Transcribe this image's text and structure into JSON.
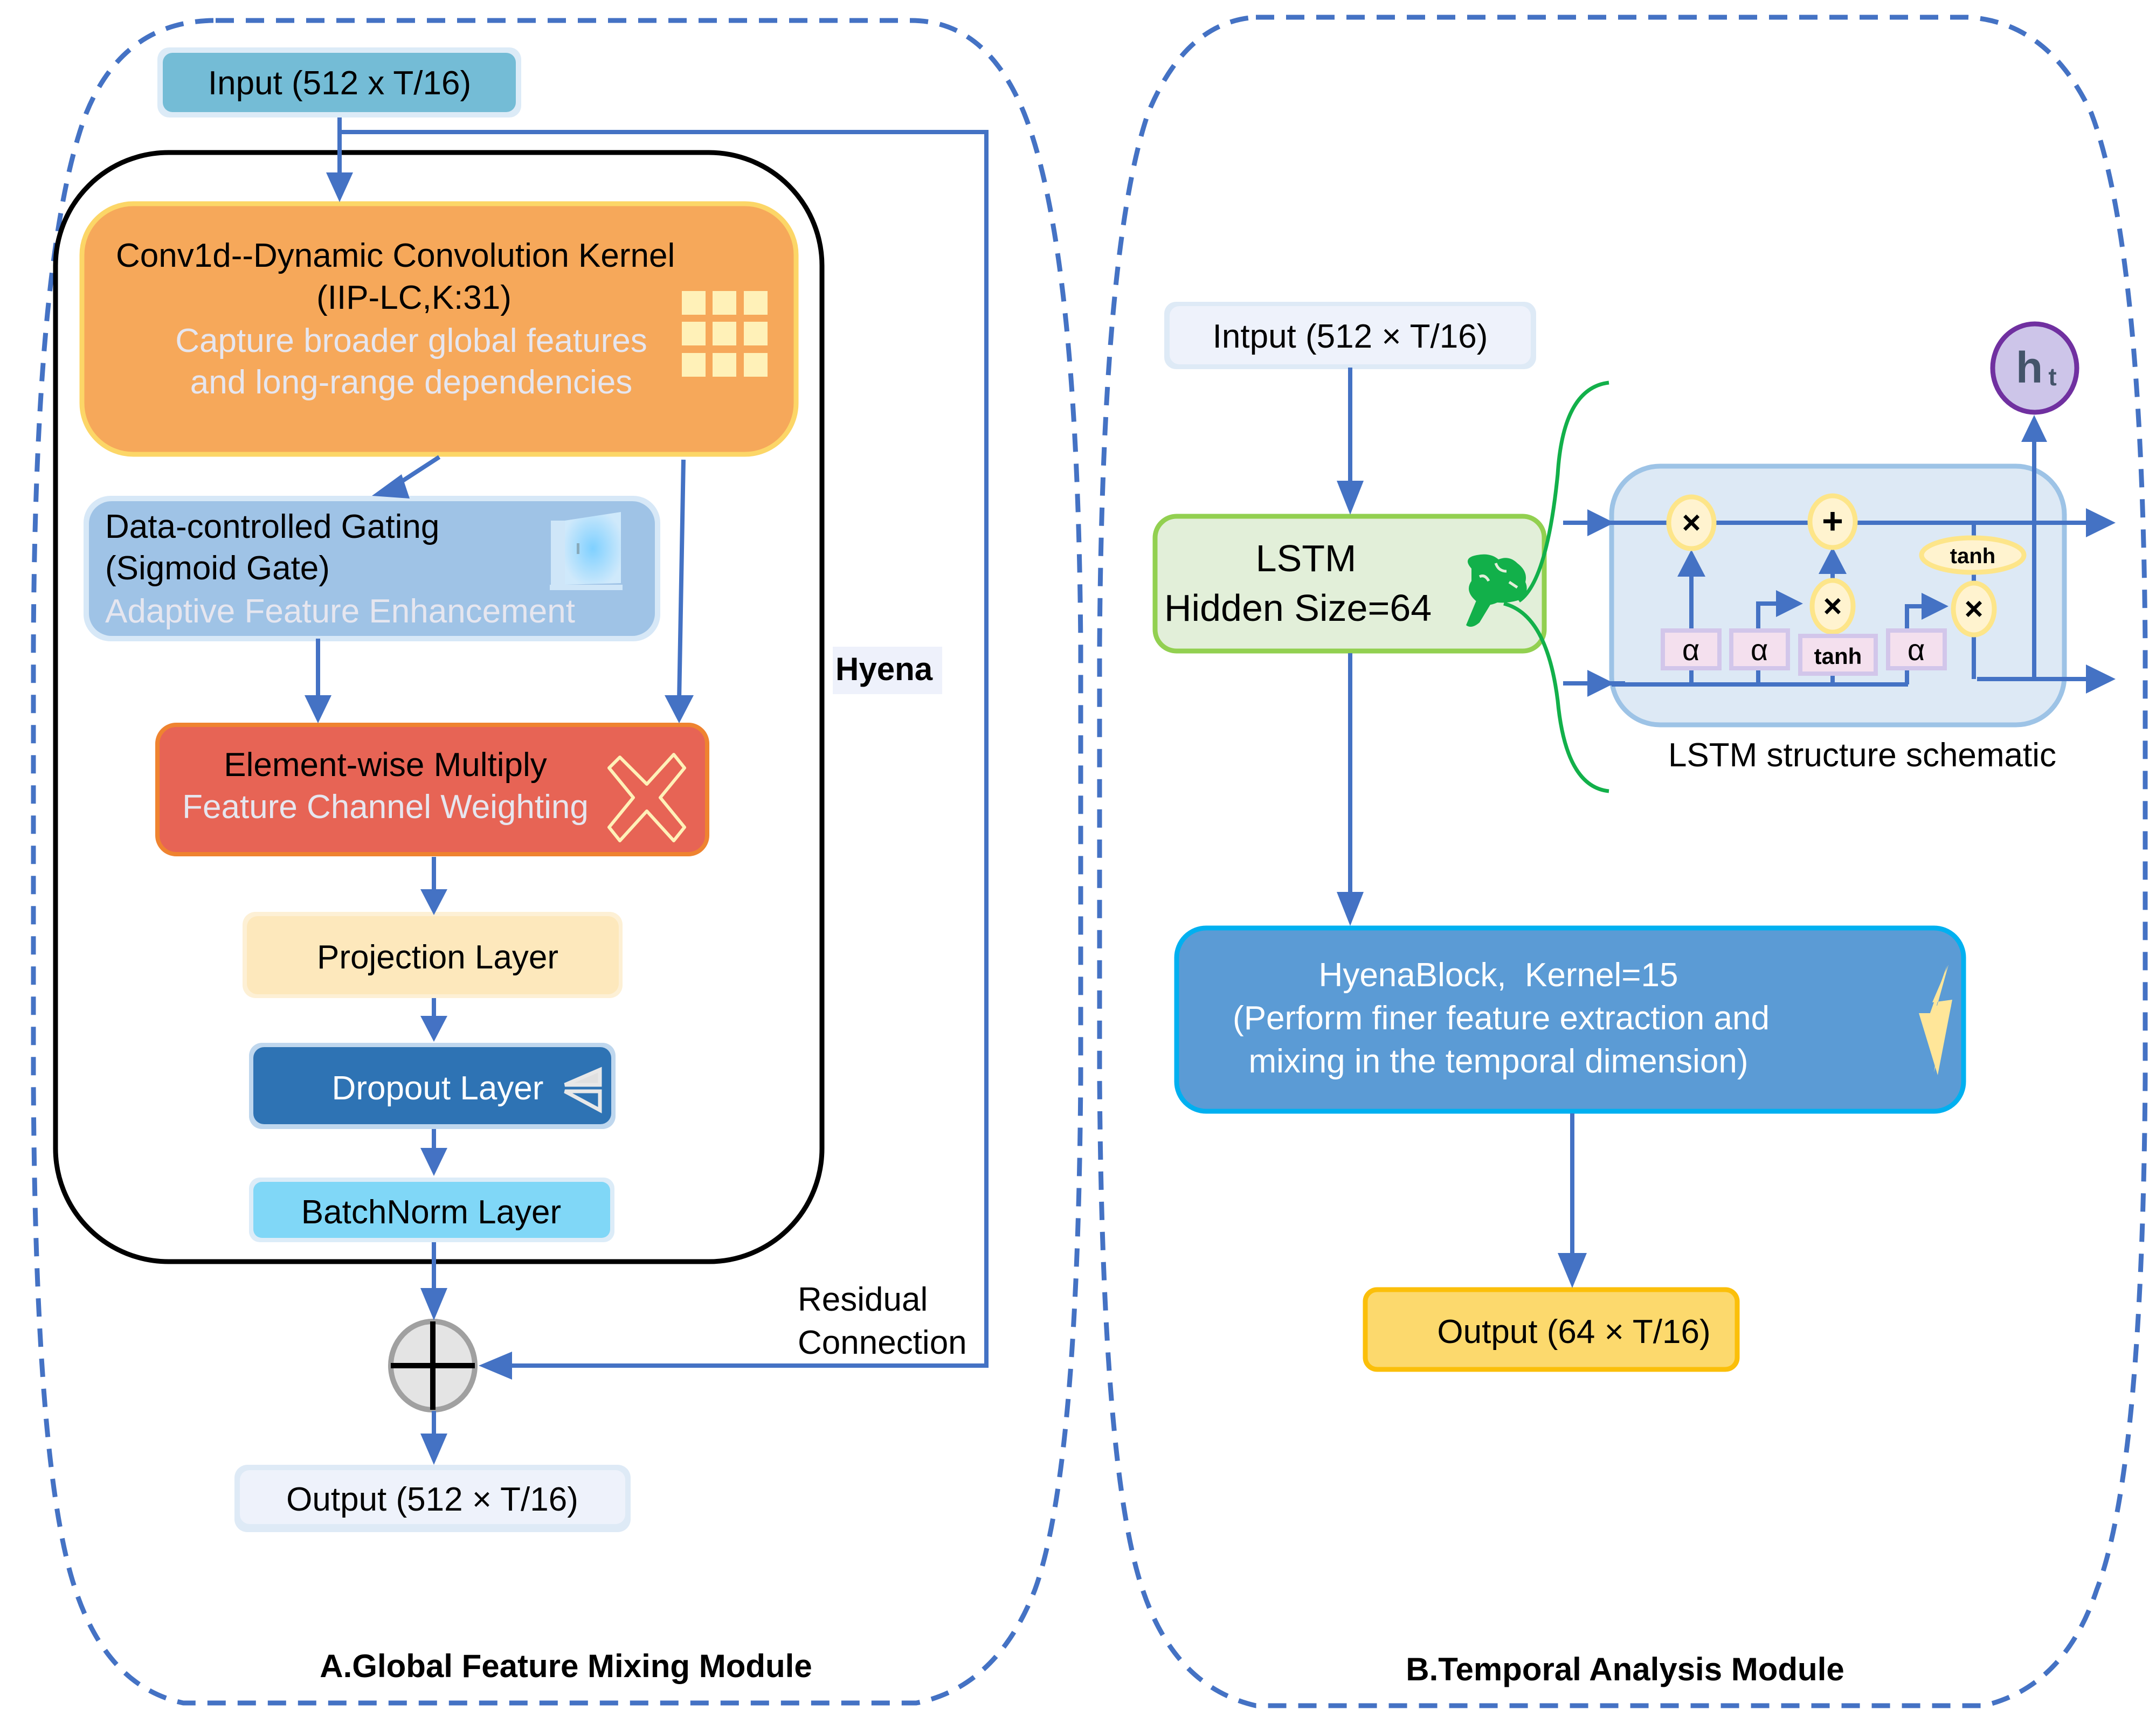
{
  "colors": {
    "flow_blue": "#4472c4",
    "frame_blue": "#4472c4",
    "input_a": "#74bcd6",
    "conv_orange": "#f6a85a",
    "gating_blue": "#9fc3e6",
    "multiply_red": "#e76455",
    "projection_cream": "#fde8bc",
    "dropout_blue": "#2e73b4",
    "batchnorm_cyan": "#80d7f7",
    "io_pale": "#eef2fb",
    "lstm_green": "#e2efd9",
    "hyena_block_blue": "#5b9bd5",
    "output_b_yellow": "#fcd96d",
    "lstm_cell_bg": "#dde9f5",
    "gate_yellow": "#fff3cf",
    "sigma_pink": "#f4e0ee",
    "ht_purple": "#cdc5e9",
    "brain_green": "#12b04a"
  },
  "module_a": {
    "title": "A.Global Feature Mixing Module",
    "input": "Input (512 x T/16)",
    "hyena_label": "Hyena",
    "conv": {
      "line1": "Conv1d--Dynamic Convolution Kernel",
      "line2": "(IIP-LC,K:31)",
      "desc1": "Capture broader global features",
      "desc2": "and long-range dependencies",
      "icon": "grid-icon"
    },
    "gating": {
      "line1": "Data-controlled Gating",
      "line2": "(Sigmoid Gate)",
      "desc": "Adaptive Feature Enhancement",
      "icon": "door-icon"
    },
    "multiply": {
      "line1": "Element-wise Multiply",
      "desc": "Feature Channel Weighting",
      "icon": "cross-icon"
    },
    "projection": "Projection Layer",
    "dropout": "Dropout Layer",
    "batchnorm": "BatchNorm Layer",
    "residual_line1": "Residual",
    "residual_line2": "Connection",
    "sum_symbol": "⊕",
    "output": "Output (512 × T/16)"
  },
  "module_b": {
    "title": "B.Temporal Analysis Module",
    "input": "Intput (512 × T/16)",
    "lstm": {
      "line1": "LSTM",
      "line2": "Hidden Size=64",
      "icon": "brain-icon"
    },
    "lstm_schematic": {
      "caption": "LSTM structure schematic",
      "ht_label": "h",
      "ht_sub": "t",
      "ops": [
        "×",
        "+",
        "×",
        "×"
      ],
      "tanh_top": "tanh",
      "gates": [
        "α",
        "α",
        "tanh",
        "α"
      ]
    },
    "hyena_block": {
      "line1": "HyenaBlock,  Kernel=15",
      "line2": "(Perform finer feature extraction and",
      "line3": "mixing in the temporal dimension)",
      "icon": "lightning-icon"
    },
    "output": "Output (64 × T/16)"
  }
}
